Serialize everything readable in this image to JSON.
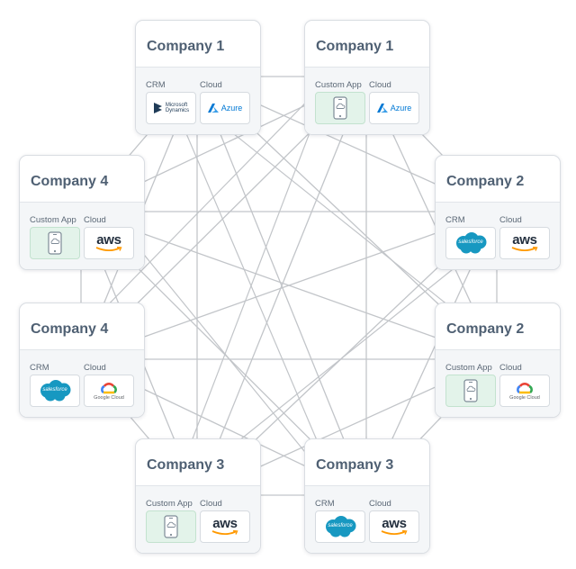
{
  "companies": [
    {
      "name": "Company 1",
      "slots": [
        {
          "label": "CRM",
          "logo": "microsoft-dynamics",
          "logo_text": "Microsoft Dynamics"
        },
        {
          "label": "Cloud",
          "logo": "azure",
          "logo_text": "Azure"
        }
      ]
    },
    {
      "name": "Company 1",
      "slots": [
        {
          "label": "Custom App",
          "logo": "mobile-cloud-app"
        },
        {
          "label": "Cloud",
          "logo": "azure",
          "logo_text": "Azure"
        }
      ]
    },
    {
      "name": "Company 2",
      "slots": [
        {
          "label": "CRM",
          "logo": "salesforce",
          "logo_text": "salesforce"
        },
        {
          "label": "Cloud",
          "logo": "aws",
          "logo_text": "aws"
        }
      ]
    },
    {
      "name": "Company 2",
      "slots": [
        {
          "label": "Custom App",
          "logo": "mobile-cloud-app"
        },
        {
          "label": "Cloud",
          "logo": "google-cloud",
          "logo_text": "Google Cloud"
        }
      ]
    },
    {
      "name": "Company 3",
      "slots": [
        {
          "label": "CRM",
          "logo": "salesforce",
          "logo_text": "salesforce"
        },
        {
          "label": "Cloud",
          "logo": "aws",
          "logo_text": "aws"
        }
      ]
    },
    {
      "name": "Company 3",
      "slots": [
        {
          "label": "Custom App",
          "logo": "mobile-cloud-app"
        },
        {
          "label": "Cloud",
          "logo": "aws",
          "logo_text": "aws"
        }
      ]
    },
    {
      "name": "Company 4",
      "slots": [
        {
          "label": "CRM",
          "logo": "salesforce",
          "logo_text": "salesforce"
        },
        {
          "label": "Cloud",
          "logo": "google-cloud",
          "logo_text": "Google Cloud"
        }
      ]
    },
    {
      "name": "Company 4",
      "slots": [
        {
          "label": "Custom App",
          "logo": "mobile-cloud-app"
        },
        {
          "label": "Cloud",
          "logo": "aws",
          "logo_text": "aws"
        }
      ]
    }
  ],
  "colors": {
    "title": "#4f6073",
    "connector": "#c2c5c9",
    "app_tile": "#e3f3ea",
    "azure": "#0078d4",
    "salesforce": "#1798c1",
    "aws_orange": "#ff9900"
  }
}
